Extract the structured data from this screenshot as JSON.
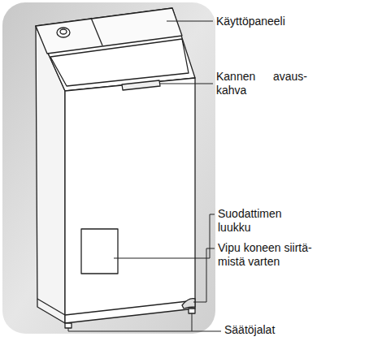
{
  "diagram": {
    "labels": [
      "Käyttöpaneeli",
      "Kannen avaus- kahva",
      "Suodattimen luukku",
      "Vipu koneen siirtä- mistä varten",
      "Säätöjalat"
    ]
  }
}
